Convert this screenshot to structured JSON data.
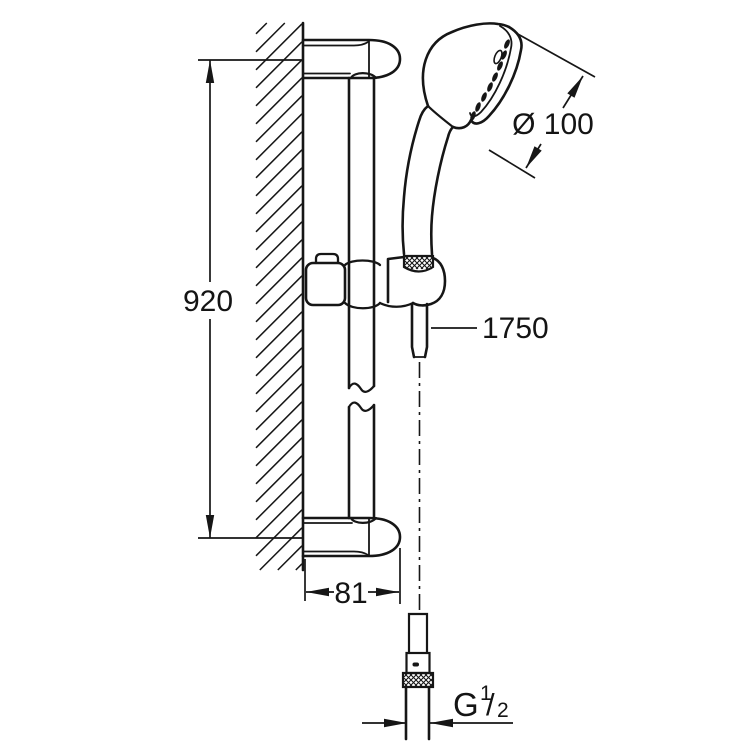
{
  "meta": {
    "background_color": "#ffffff",
    "line_color": "#161616",
    "drawing_type": "shower rail set technical dimension drawing"
  },
  "dimensions": {
    "rail_height": "920",
    "head_diameter": "Ø 100",
    "hose_length": "1750",
    "bracket_depth": "81",
    "thread": {
      "prefix": "G",
      "numerator": "1",
      "slash": "/",
      "denominator": "2"
    }
  }
}
